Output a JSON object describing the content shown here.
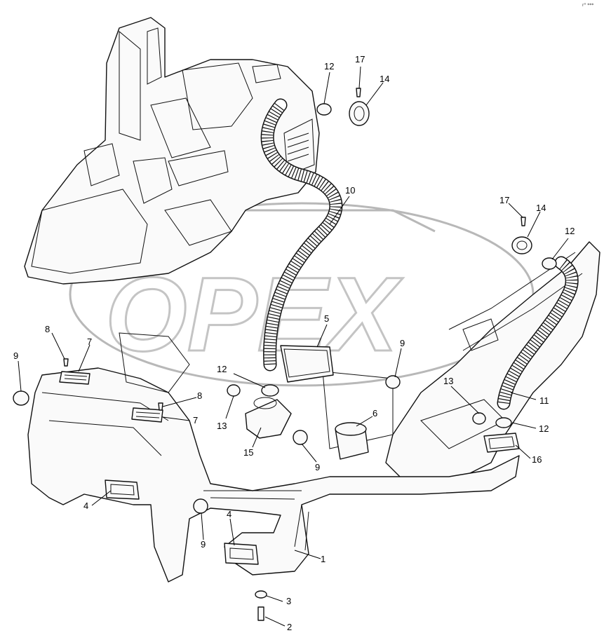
{
  "watermark": {
    "text": "OPEX"
  },
  "corner_mark": "r° ***",
  "callouts": {
    "c1": "1",
    "c2": "2",
    "c3": "3",
    "c4a": "4",
    "c4b": "4",
    "c5": "5",
    "c6": "6",
    "c7a": "7",
    "c7b": "7",
    "c8a": "8",
    "c8b": "8",
    "c9a": "9",
    "c9b": "9",
    "c9c": "9",
    "c9d": "9",
    "c10": "10",
    "c11": "11",
    "c12a": "12",
    "c12b": "12",
    "c12c": "12",
    "c12d": "12",
    "c13a": "13",
    "c13b": "13",
    "c14a": "14",
    "c14b": "14",
    "c15": "15",
    "c16": "16",
    "c17a": "17",
    "c17b": "17"
  }
}
